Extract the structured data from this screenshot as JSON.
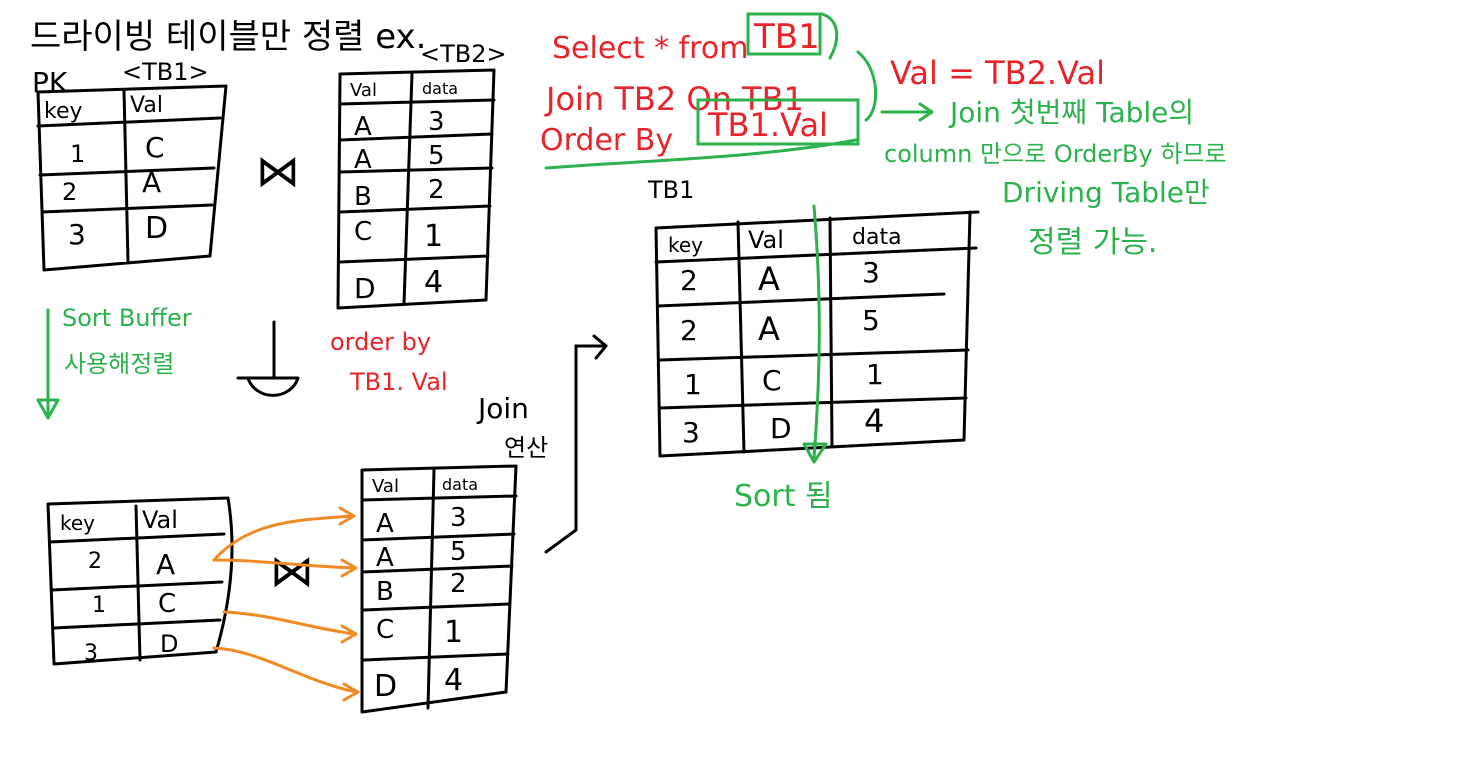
{
  "heading": {
    "title": "드라이빙 테이블만 정렬 ex.",
    "pk": "PK",
    "tb1_tag": "<TB1>",
    "tb2_tag": "<TB2>"
  },
  "tb1_top": {
    "headers": [
      "key",
      "Val"
    ],
    "rows": [
      [
        "1",
        "C"
      ],
      [
        "2",
        "A"
      ],
      [
        "3",
        "D"
      ]
    ]
  },
  "tb2_top": {
    "headers": [
      "Val",
      "data"
    ],
    "rows": [
      [
        "A",
        "3"
      ],
      [
        "A",
        "5"
      ],
      [
        "B",
        "2"
      ],
      [
        "C",
        "1"
      ],
      [
        "D",
        "4"
      ]
    ]
  },
  "join_symbol": "⋈",
  "sort_note": {
    "line1": "Sort Buffer",
    "line2": "사용해정렬"
  },
  "order_note": {
    "line1": "order by",
    "line2": "TB1. Val"
  },
  "tb1_sorted": {
    "headers": [
      "key",
      "Val"
    ],
    "rows": [
      [
        "2",
        "A"
      ],
      [
        "1",
        "C"
      ],
      [
        "3",
        "D"
      ]
    ]
  },
  "tb2_bottom": {
    "headers": [
      "Val",
      "data"
    ],
    "rows": [
      [
        "A",
        "3"
      ],
      [
        "A",
        "5"
      ],
      [
        "B",
        "2"
      ],
      [
        "C",
        "1"
      ],
      [
        "D",
        "4"
      ]
    ]
  },
  "join_op": {
    "line1": "Join",
    "line2": "연산"
  },
  "sql": {
    "line1a": "Select * from",
    "line1b": "TB1",
    "line2": "Join TB2  On  TB1",
    "line2b": "Val = TB2.Val",
    "line3a": "Order By",
    "line3b": "TB1.Val"
  },
  "explain": {
    "line1": "Join 첫번째 Table의",
    "line2": "column 만으로 OrderBy 하므로",
    "line3": "Driving Table만",
    "line4": "정렬 가능."
  },
  "result": {
    "title": "TB1",
    "headers": [
      "key",
      "Val",
      "data"
    ],
    "rows": [
      [
        "2",
        "A",
        "3"
      ],
      [
        "2",
        "A",
        "5"
      ],
      [
        "1",
        "C",
        "1"
      ],
      [
        "3",
        "D",
        "4"
      ]
    ],
    "sort_label": "Sort 됨"
  }
}
